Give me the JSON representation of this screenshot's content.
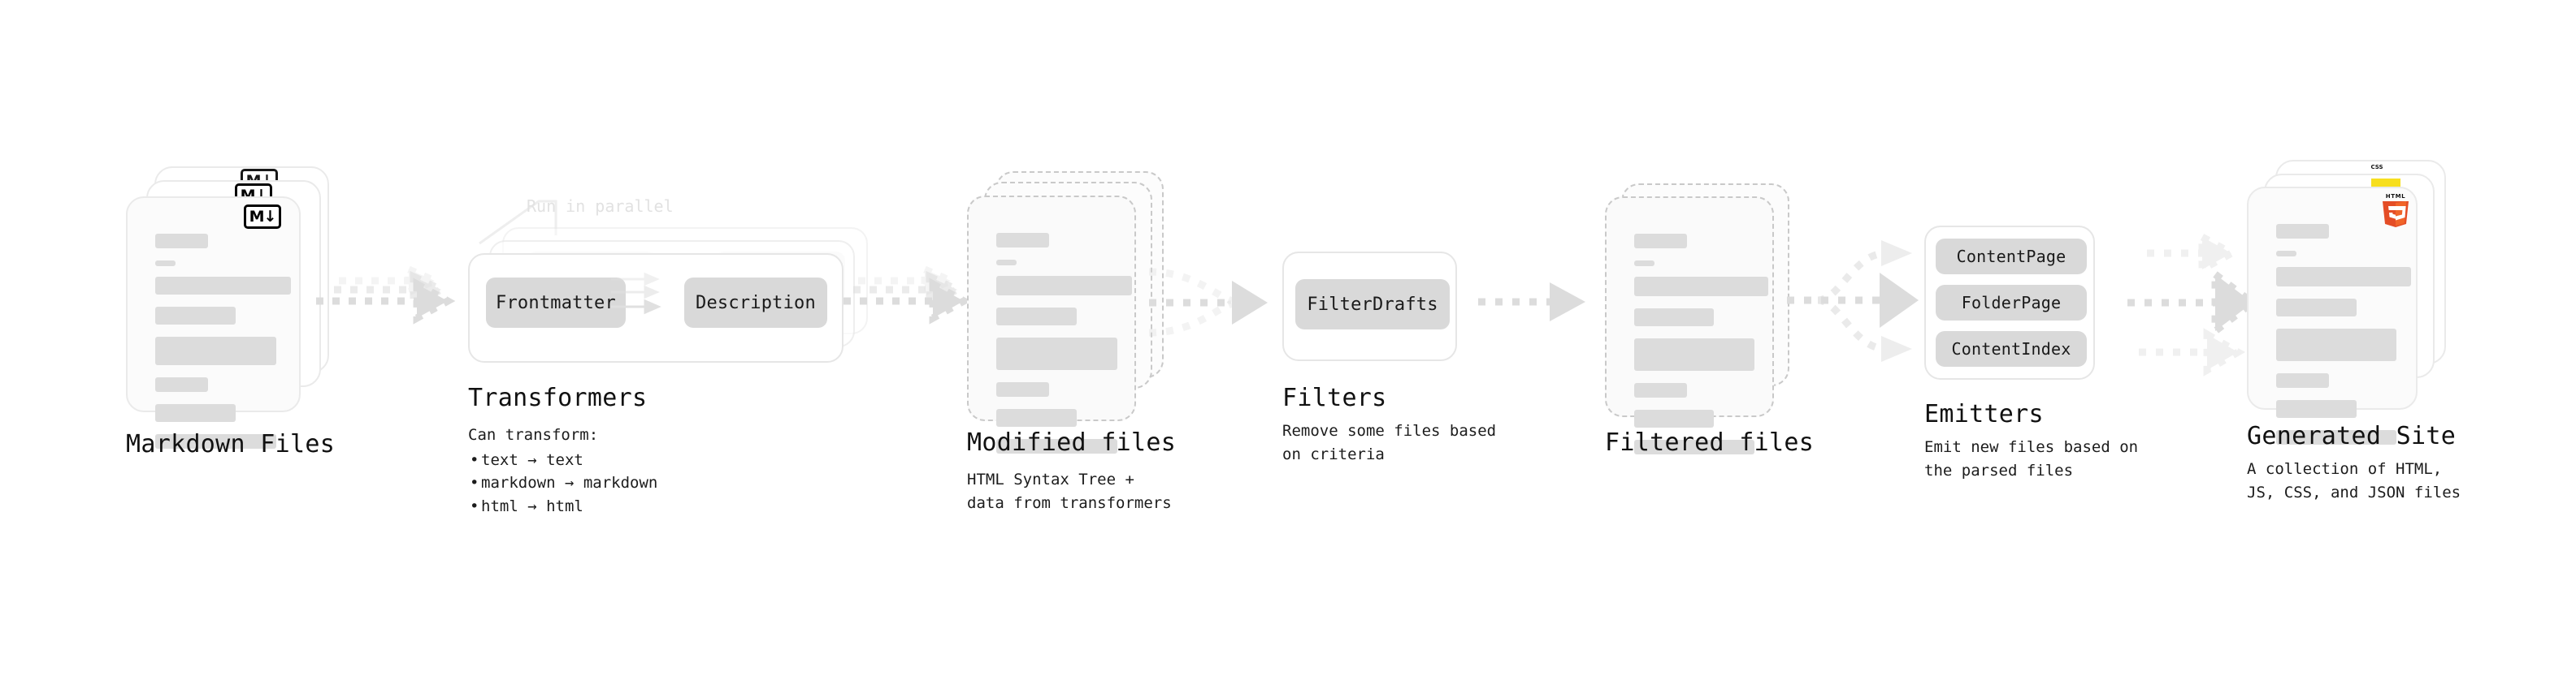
{
  "diagram": {
    "title_font_color": "#111111",
    "accent_colors": {
      "placeholder_line": "#dcdcdc",
      "card_border": "#eaeaea",
      "dashed_border": "#c9c9c9",
      "pill_fill": "#d9d9d9",
      "arrow_fill": "#dcdcdc",
      "ghost_text": "#e2e2e2",
      "js_yellow": "#f7df1e",
      "css_blue": "#264de4",
      "html5_orange": "#e44d26",
      "html5_orange_light": "#f16529"
    }
  },
  "stages": {
    "markdown": {
      "title": "Markdown Files",
      "badge": "M↓",
      "badge_icon_name": "markdown-badge-icon"
    },
    "transformers": {
      "title": "Transformers",
      "parallel_label": "Run in parallel",
      "nodes": [
        {
          "label": "Frontmatter"
        },
        {
          "label": "Description"
        }
      ],
      "note_heading": "Can transform:",
      "note_items": [
        "text → text",
        "markdown → markdown",
        "html → html"
      ]
    },
    "modified": {
      "title": "Modified files",
      "subtitle": "HTML Syntax Tree +\ndata from transformers"
    },
    "filters": {
      "title": "Filters",
      "subtitle": "Remove some files based\non criteria",
      "nodes": [
        {
          "label": "FilterDrafts"
        }
      ]
    },
    "filtered": {
      "title": "Filtered files",
      "subtitle": ""
    },
    "emitters": {
      "title": "Emitters",
      "subtitle": "Emit new files based on\nthe parsed files",
      "nodes": [
        {
          "label": "ContentPage"
        },
        {
          "label": "FolderPage"
        },
        {
          "label": "ContentIndex"
        }
      ]
    },
    "generated": {
      "title": "Generated Site",
      "subtitle": "A collection of HTML,\nJS, CSS, and JSON files",
      "badges": [
        {
          "name": "css-badge-icon",
          "label": "CSS"
        },
        {
          "name": "js-badge-icon",
          "label": ""
        },
        {
          "name": "html5-badge-icon",
          "label": "HTML"
        }
      ]
    }
  }
}
